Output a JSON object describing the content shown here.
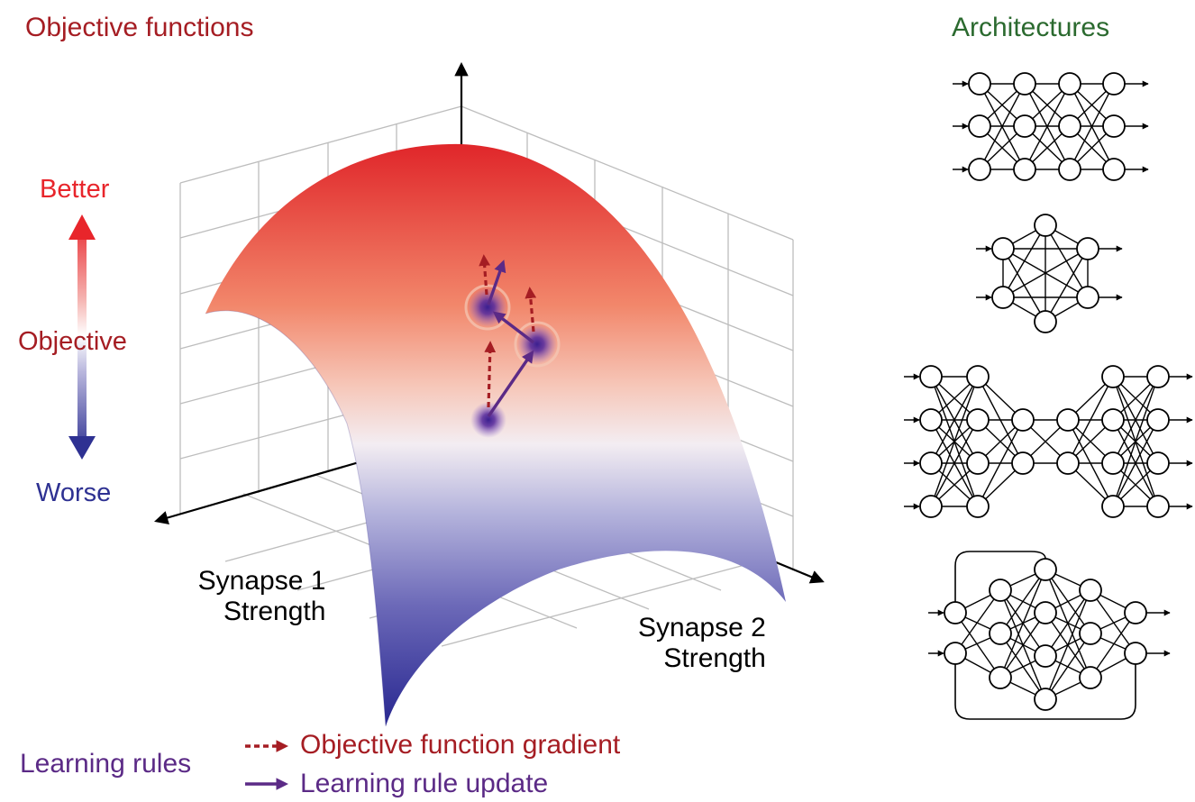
{
  "titles": {
    "objective_functions": "Objective functions",
    "architectures": "Architectures"
  },
  "objective_axis": {
    "better": "Better",
    "objective": "Objective",
    "worse": "Worse"
  },
  "axes": {
    "synapse1_line1": "Synapse 1",
    "synapse1_line2": "Strength",
    "synapse2_line1": "Synapse 2",
    "synapse2_line2": "Strength"
  },
  "legend": {
    "section_label": "Learning rules",
    "gradient_label": "Objective function gradient",
    "update_label": "Learning rule update"
  },
  "colors": {
    "better_red": "#e8252b",
    "objective_dark_red": "#a51d23",
    "worse_blue": "#2e3192",
    "learning_purple": "#5b2a86",
    "architectures_green": "#2b6a2f"
  }
}
